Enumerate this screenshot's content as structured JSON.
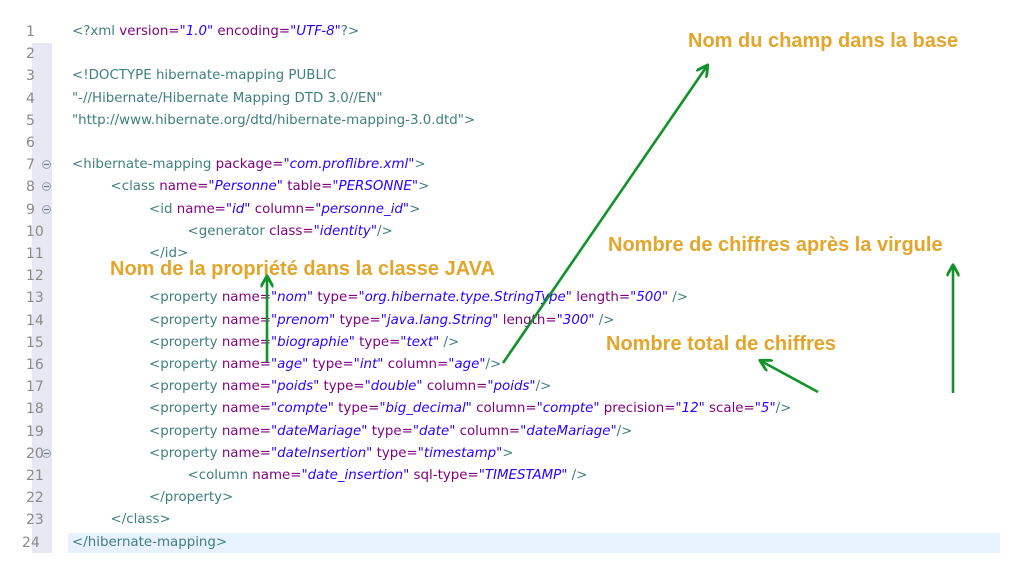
{
  "editor": {
    "lines": [
      {
        "num": "1",
        "fold": false,
        "indent": 0,
        "tokens": [
          [
            "t",
            "<?xml "
          ],
          [
            "a",
            "version="
          ],
          [
            "v",
            "\"1.0\""
          ],
          [
            "a",
            " encoding="
          ],
          [
            "v",
            "\"UTF-8\""
          ],
          [
            "t",
            "?>"
          ]
        ]
      },
      {
        "num": "2",
        "fold": false,
        "indent": 0,
        "tokens": []
      },
      {
        "num": "3",
        "fold": false,
        "indent": 0,
        "tokens": [
          [
            "d",
            "<!DOCTYPE hibernate-mapping PUBLIC"
          ]
        ]
      },
      {
        "num": "4",
        "fold": false,
        "indent": 0,
        "tokens": [
          [
            "d",
            "\"-//Hibernate/Hibernate Mapping DTD 3.0//EN\""
          ]
        ]
      },
      {
        "num": "5",
        "fold": false,
        "indent": 0,
        "tokens": [
          [
            "d",
            "\"http://www.hibernate.org/dtd/hibernate-mapping-3.0.dtd\">"
          ]
        ]
      },
      {
        "num": "6",
        "fold": false,
        "indent": 0,
        "tokens": []
      },
      {
        "num": "7",
        "fold": true,
        "indent": 0,
        "tokens": [
          [
            "t",
            "<hibernate-mapping "
          ],
          [
            "a",
            "package="
          ],
          [
            "v",
            "\"com.proflibre.xml\""
          ],
          [
            "t",
            ">"
          ]
        ]
      },
      {
        "num": "8",
        "fold": true,
        "indent": 1,
        "tokens": [
          [
            "t",
            "<class "
          ],
          [
            "a",
            "name="
          ],
          [
            "v",
            "\"Personne\""
          ],
          [
            "a",
            " table="
          ],
          [
            "v",
            "\"PERSONNE\""
          ],
          [
            "t",
            ">"
          ]
        ]
      },
      {
        "num": "9",
        "fold": true,
        "indent": 2,
        "tokens": [
          [
            "t",
            "<id "
          ],
          [
            "a",
            "name="
          ],
          [
            "v",
            "\"id\""
          ],
          [
            "a",
            " column="
          ],
          [
            "v",
            "\"personne_id\""
          ],
          [
            "t",
            ">"
          ]
        ]
      },
      {
        "num": "10",
        "fold": false,
        "indent": 3,
        "tokens": [
          [
            "t",
            "<generator "
          ],
          [
            "a",
            "class="
          ],
          [
            "v",
            "\"identity\""
          ],
          [
            "t",
            "/>"
          ]
        ]
      },
      {
        "num": "11",
        "fold": false,
        "indent": 2,
        "tokens": [
          [
            "t",
            "</id>"
          ]
        ]
      },
      {
        "num": "12",
        "fold": false,
        "indent": 0,
        "tokens": []
      },
      {
        "num": "13",
        "fold": false,
        "indent": 2,
        "tokens": [
          [
            "t",
            "<property "
          ],
          [
            "a",
            "name="
          ],
          [
            "v",
            "\"nom\""
          ],
          [
            "a",
            " type="
          ],
          [
            "v",
            "\"org.hibernate.type.StringType\""
          ],
          [
            "a",
            " length="
          ],
          [
            "v",
            "\"500\""
          ],
          [
            "t",
            " />"
          ]
        ]
      },
      {
        "num": "14",
        "fold": false,
        "indent": 2,
        "tokens": [
          [
            "t",
            "<property "
          ],
          [
            "a",
            "name="
          ],
          [
            "v",
            "\"prenom\""
          ],
          [
            "a",
            " type="
          ],
          [
            "v",
            "\"java.lang.String\""
          ],
          [
            "a",
            " length="
          ],
          [
            "v",
            "\"300\""
          ],
          [
            "t",
            " />"
          ]
        ]
      },
      {
        "num": "15",
        "fold": false,
        "indent": 2,
        "tokens": [
          [
            "t",
            "<property "
          ],
          [
            "a",
            "name="
          ],
          [
            "v",
            "\"biographie\""
          ],
          [
            "a",
            " type="
          ],
          [
            "v",
            "\"text\""
          ],
          [
            "t",
            " />"
          ]
        ]
      },
      {
        "num": "16",
        "fold": false,
        "indent": 2,
        "tokens": [
          [
            "t",
            "<property "
          ],
          [
            "a",
            "name="
          ],
          [
            "v",
            "\"age\""
          ],
          [
            "a",
            " type="
          ],
          [
            "v",
            "\"int\""
          ],
          [
            "a",
            " column="
          ],
          [
            "v",
            "\"age\""
          ],
          [
            "t",
            "/>"
          ]
        ]
      },
      {
        "num": "17",
        "fold": false,
        "indent": 2,
        "tokens": [
          [
            "t",
            "<property "
          ],
          [
            "a",
            "name="
          ],
          [
            "v",
            "\"poids\""
          ],
          [
            "a",
            " type="
          ],
          [
            "v",
            "\"double\""
          ],
          [
            "a",
            " column="
          ],
          [
            "v",
            "\"poids\""
          ],
          [
            "t",
            "/>"
          ]
        ]
      },
      {
        "num": "18",
        "fold": false,
        "indent": 2,
        "tokens": [
          [
            "t",
            "<property "
          ],
          [
            "a",
            "name="
          ],
          [
            "v",
            "\"compte\""
          ],
          [
            "a",
            " type="
          ],
          [
            "v",
            "\"big_decimal\""
          ],
          [
            "a",
            " column="
          ],
          [
            "v",
            "\"compte\""
          ],
          [
            "a",
            " precision="
          ],
          [
            "v",
            "\"12\""
          ],
          [
            "a",
            " scale="
          ],
          [
            "v",
            "\"5\""
          ],
          [
            "t",
            "/>"
          ]
        ]
      },
      {
        "num": "19",
        "fold": false,
        "indent": 2,
        "tokens": [
          [
            "t",
            "<property "
          ],
          [
            "a",
            "name="
          ],
          [
            "v",
            "\"dateMariage\""
          ],
          [
            "a",
            " type="
          ],
          [
            "v",
            "\"date\""
          ],
          [
            "a",
            " column="
          ],
          [
            "v",
            "\"dateMariage\""
          ],
          [
            "t",
            "/>"
          ]
        ]
      },
      {
        "num": "20",
        "fold": true,
        "indent": 2,
        "tokens": [
          [
            "t",
            "<property "
          ],
          [
            "a",
            "name="
          ],
          [
            "v",
            "\"dateInsertion\""
          ],
          [
            "a",
            " type="
          ],
          [
            "v",
            "\"timestamp\""
          ],
          [
            "t",
            ">"
          ]
        ]
      },
      {
        "num": "21",
        "fold": false,
        "indent": 3,
        "tokens": [
          [
            "t",
            "<column "
          ],
          [
            "a",
            "name="
          ],
          [
            "v",
            "\"date_insertion\""
          ],
          [
            "a",
            " sql-type="
          ],
          [
            "v",
            "\"TIMESTAMP\""
          ],
          [
            "t",
            " />"
          ]
        ]
      },
      {
        "num": "22",
        "fold": false,
        "indent": 2,
        "tokens": [
          [
            "t",
            "</property>"
          ]
        ]
      },
      {
        "num": "23",
        "fold": false,
        "indent": 1,
        "tokens": [
          [
            "t",
            "</class>"
          ]
        ]
      },
      {
        "num": "24",
        "fold": false,
        "indent": 0,
        "current": true,
        "tokens": [
          [
            "t",
            "</hibernate-mapping>"
          ]
        ]
      }
    ]
  },
  "annotations": {
    "db_field_name": "Nom du champ dans la base",
    "java_property_name": "Nom de la propriété dans la classe JAVA",
    "digits_after_decimal": "Nombre de chiffres après la virgule",
    "total_digits": "Nombre total de chiffres"
  },
  "colors": {
    "annotation_text": "#e3a52a",
    "arrow": "#12922a",
    "xml_tag": "#3f7f7f",
    "xml_attribute": "#7f007f",
    "xml_value": "#2a00ff",
    "current_line": "#e8f2fe",
    "gutter": "#e8e8f4"
  }
}
